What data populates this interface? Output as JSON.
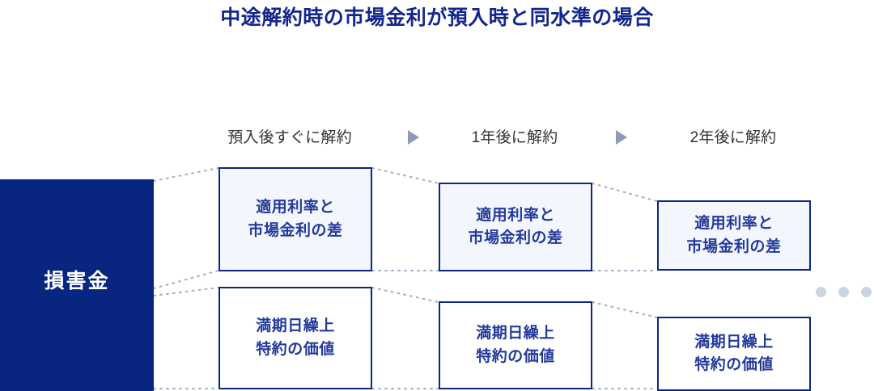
{
  "title": "中途解約時の市場金利が預入時と同水準の場合",
  "left_panel": {
    "label": "損害金"
  },
  "columns": [
    {
      "header": "預入後すぐに解約"
    },
    {
      "header": "1年後に解約"
    },
    {
      "header": "2年後に解約"
    }
  ],
  "separators": [
    {
      "icon": "triangle-right-icon"
    },
    {
      "icon": "triangle-right-icon"
    }
  ],
  "rows": [
    {
      "name": "interest-rate-difference",
      "line1": "適用利率と",
      "line2": "市場金利の差"
    },
    {
      "name": "early-maturity-option-value",
      "line1": "満期日繰上",
      "line2": "特約の価値"
    }
  ],
  "boxes": {
    "r1c1": {
      "line1": "適用利率と",
      "line2": "市場金利の差"
    },
    "r1c2": {
      "line1": "適用利率と",
      "line2": "市場金利の差"
    },
    "r1c3": {
      "line1": "適用利率と",
      "line2": "市場金利の差"
    },
    "r2c1": {
      "line1": "満期日繰上",
      "line2": "特約の価値"
    },
    "r2c2": {
      "line1": "満期日繰上",
      "line2": "特約の価値"
    },
    "r2c3": {
      "line1": "満期日繰上",
      "line2": "特約の価値"
    }
  },
  "ellipsis": {
    "count": 3,
    "meaning": "continues"
  },
  "colors": {
    "title": "#13268c",
    "panel_bg": "#08257f",
    "panel_text": "#ffffff",
    "box_border": "#0d2682",
    "box_text": "#233a9b",
    "box_tint_bg": "#f3f6fd",
    "box_plain_bg": "#ffffff",
    "header_text": "#333333",
    "arrow": "#8b9cb3",
    "connector": "#9fb0c9",
    "dot": "#ccd4e2"
  }
}
